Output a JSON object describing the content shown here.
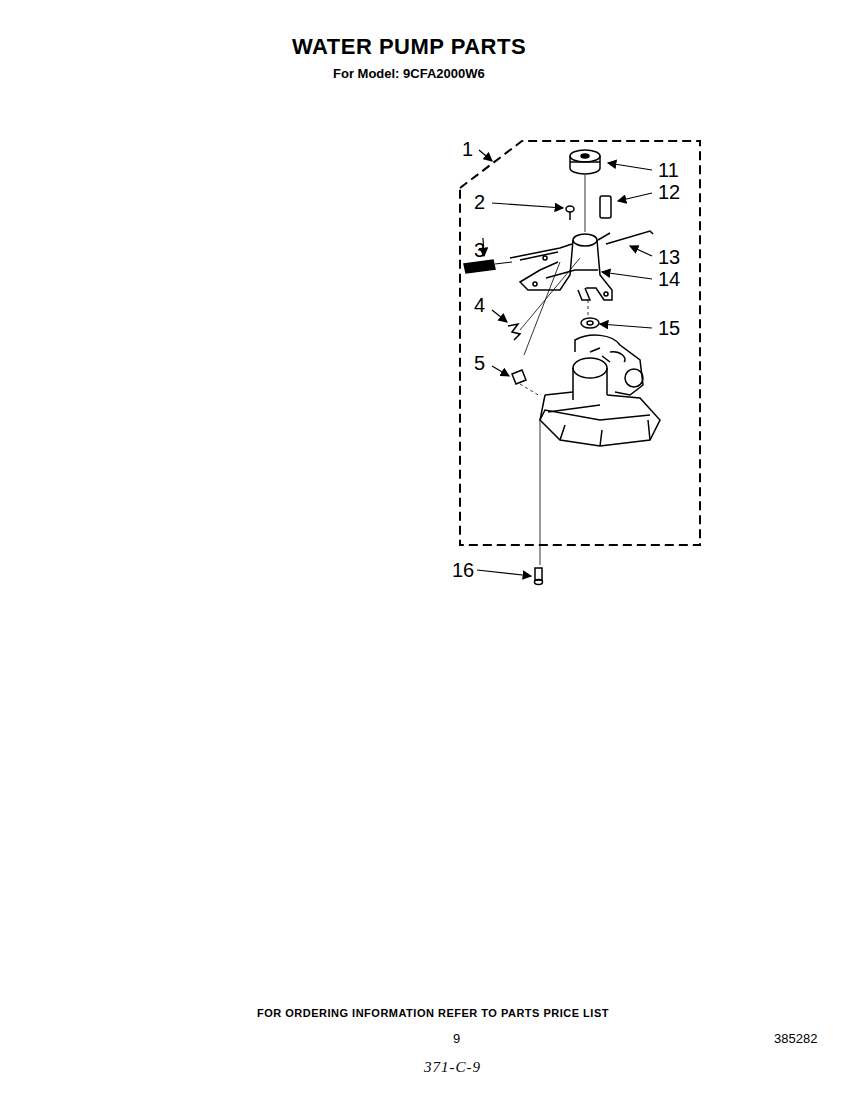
{
  "diagram": {
    "title": "WATER PUMP PARTS",
    "labels": [
      "For Model: 9CFA2000W6",
      "1",
      "2",
      "3",
      "4",
      "5",
      "11",
      "12",
      "13",
      "14",
      "15",
      "16",
      "FOR ORDERING INFORMATION REFER TO PARTS PRICE LIST",
      "9",
      "385282",
      "371-C-9"
    ]
  }
}
